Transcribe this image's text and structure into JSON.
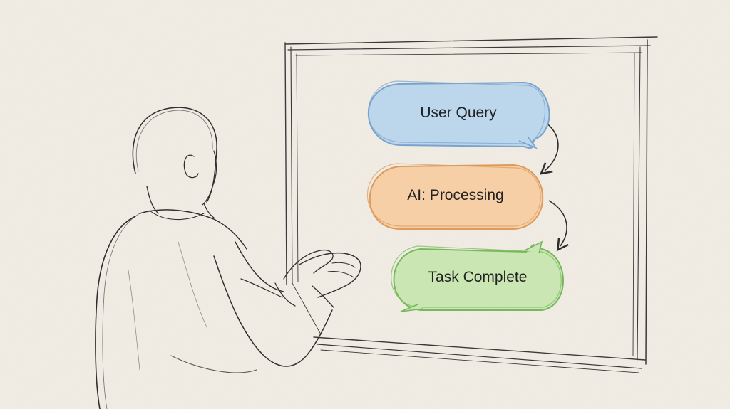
{
  "flow": {
    "steps": [
      {
        "label": "User Query",
        "color": "#bcd6ec",
        "stroke": "#7aa3cc"
      },
      {
        "label": "AI: Processing",
        "color": "#f6cfa6",
        "stroke": "#dd9a5a"
      },
      {
        "label": "Task Complete",
        "color": "#c9e6b3",
        "stroke": "#78b85c"
      }
    ]
  },
  "colors": {
    "paper": "#f1ede4",
    "ink": "#3a3a3a"
  }
}
